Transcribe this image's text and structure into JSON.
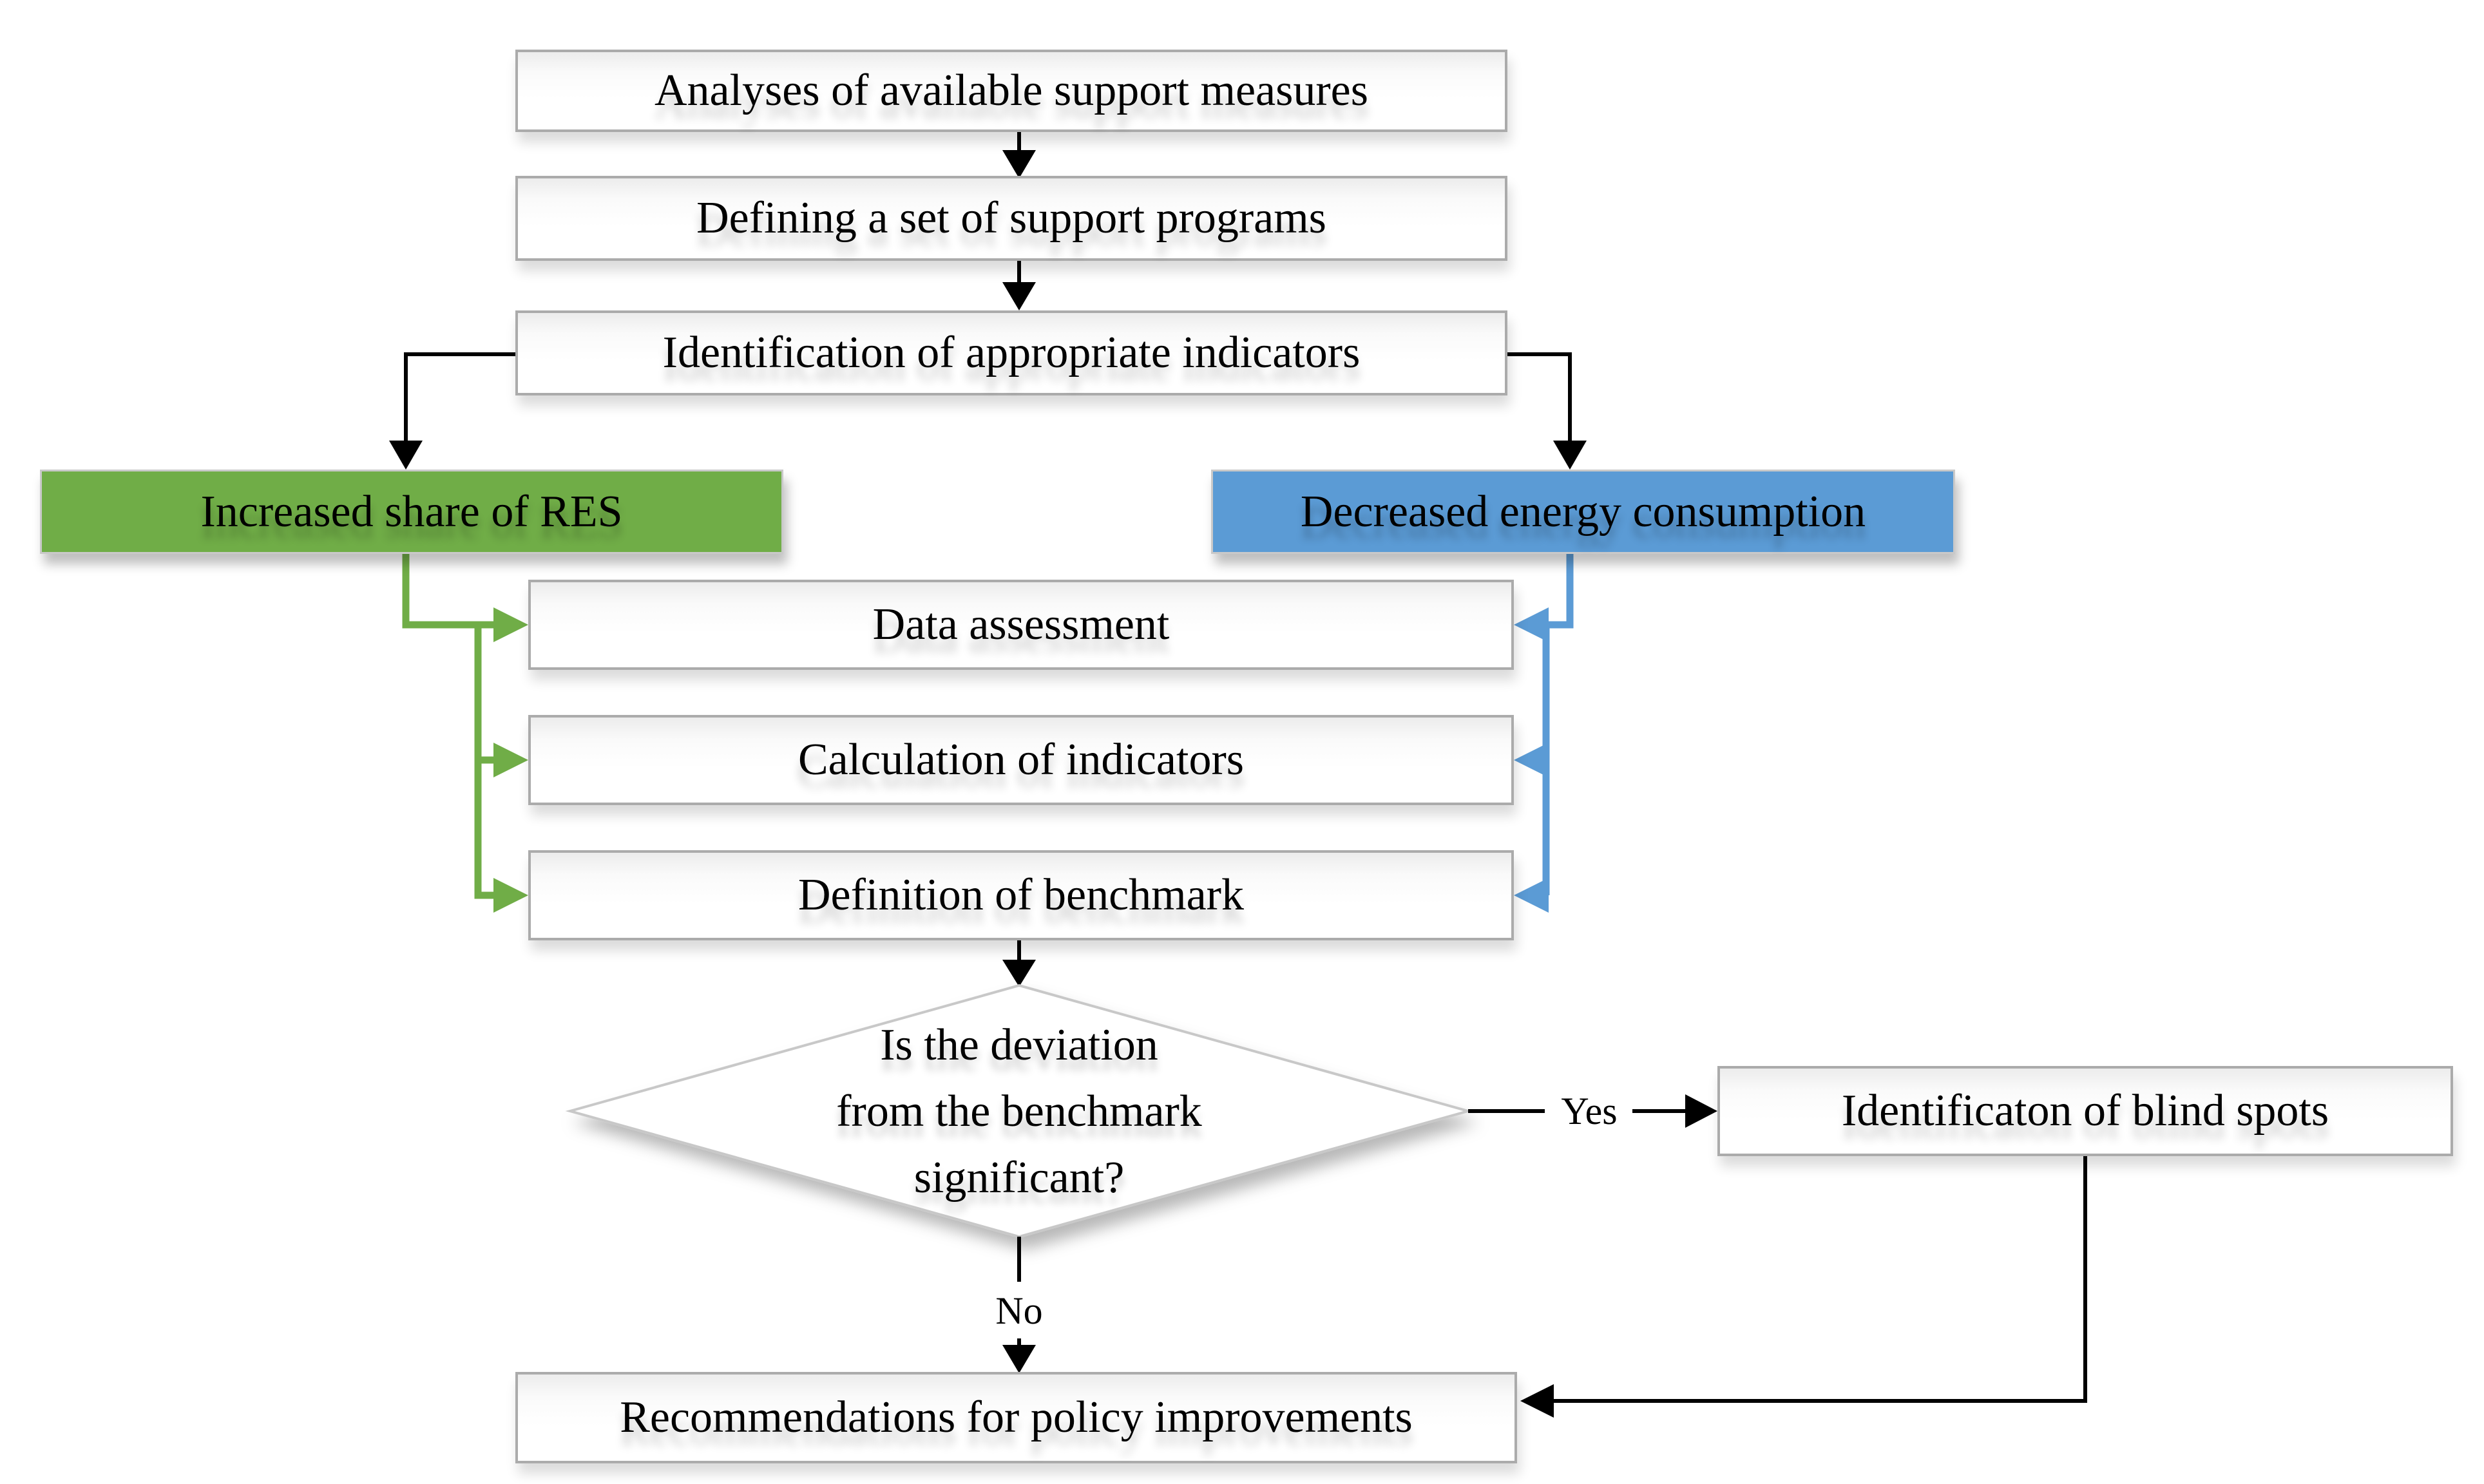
{
  "nodes": {
    "analyses": {
      "label": "Analyses of available support measures"
    },
    "defining": {
      "label": "Defining a set of support programs"
    },
    "identification": {
      "label": "Identification of appropriate indicators"
    },
    "increased_res": {
      "label": "Increased share of RES"
    },
    "decreased_energy": {
      "label": "Decreased energy consumption"
    },
    "data_assessment": {
      "label": "Data assessment"
    },
    "calculation": {
      "label": "Calculation of indicators"
    },
    "benchmark": {
      "label": "Definition of benchmark"
    },
    "decision": {
      "lines": [
        "Is the deviation",
        "from the benchmark",
        "significant?"
      ]
    },
    "blind_spots": {
      "label": "Identificaton of blind spots"
    },
    "recommendations": {
      "label": "Recommendations for policy improvements"
    }
  },
  "edge_labels": {
    "yes": "Yes",
    "no": "No"
  },
  "colors": {
    "res_green": "#70AD47",
    "energy_blue": "#5B9BD5",
    "connector_black": "#000000",
    "box_border_gray": "#ABABAB",
    "diamond_border_gray": "#C8C8C8"
  }
}
